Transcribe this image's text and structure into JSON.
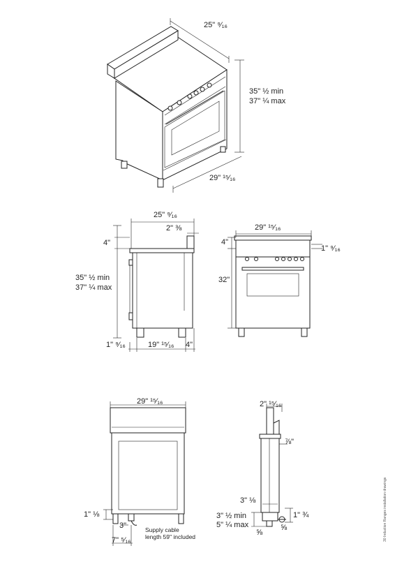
{
  "iso_view": {
    "width": "25\" ⁹⁄₁₆",
    "height_min": "35\" ½ min",
    "height_max": "37\" ¼ max",
    "depth": "29\" ¹⁵⁄₁₆"
  },
  "side_view": {
    "width": "25\" ⁹⁄₁₆",
    "backguard": "2\" ⅜",
    "top_offset": "4\"",
    "height_min": "35\" ½ min",
    "height_max": "37\" ¼ max",
    "foot_offset": "1\" ⁹⁄₁₆",
    "foot_span": "19\" ¹⁵⁄₁₆",
    "rear_offset": "4\""
  },
  "front_view": {
    "width": "29\" ¹⁵⁄₁₆",
    "top_offset": "4\"",
    "panel": "1\" ⁹⁄₁₆",
    "body_height": "32\""
  },
  "back_view": {
    "width": "29\" ¹⁵⁄₁₆",
    "left_offset": "1\" ⅛",
    "cable_offset": "3\"",
    "bottom_offset": "7\" ⁵⁄₁₆",
    "cable_note_line1": "Supply cable",
    "cable_note_line2": "length 59\" included"
  },
  "detail_view": {
    "top": "2\" ¹⁵⁄₁₆",
    "lip": "⅞\"",
    "foot_width": "3\" ⅛",
    "leg_min": "3\" ½ min",
    "leg_max": "5\" ¼ max",
    "foot_side": "1\" ¾",
    "foot_small": "⅝",
    "foot_small2": "⅝"
  },
  "caption": "30 Induction Ranges installation drawings"
}
